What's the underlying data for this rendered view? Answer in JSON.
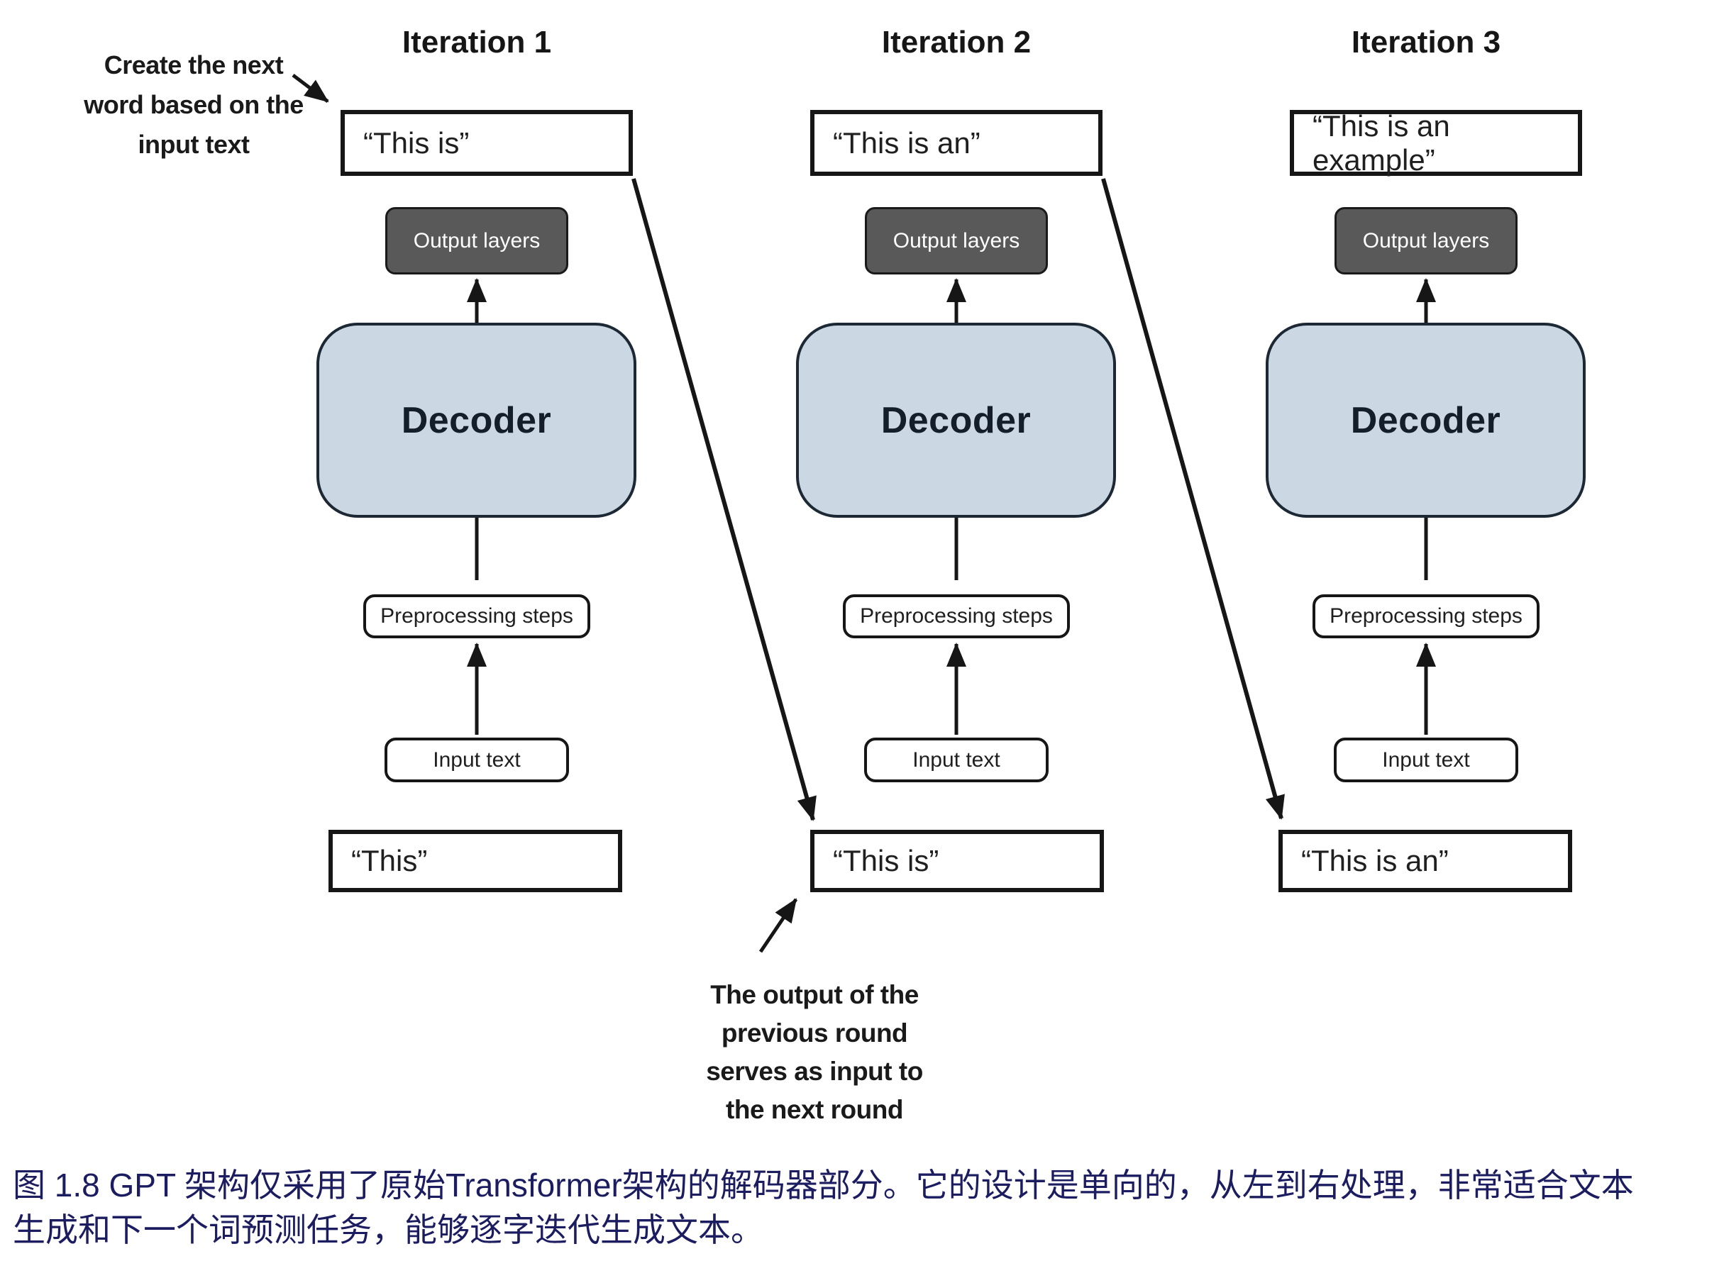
{
  "figure": {
    "columns": [
      {
        "title": "Iteration 1",
        "generated_text": "“This is”",
        "output_layers_label": "Output layers",
        "decoder_label": "Decoder",
        "preprocessing_label": "Preprocessing steps",
        "input_label": "Input text",
        "input_text": "“This”"
      },
      {
        "title": "Iteration 2",
        "generated_text": "“This is an”",
        "output_layers_label": "Output layers",
        "decoder_label": "Decoder",
        "preprocessing_label": "Preprocessing steps",
        "input_label": "Input text",
        "input_text": "“This is”"
      },
      {
        "title": "Iteration 3",
        "generated_text": "“This is an example”",
        "output_layers_label": "Output layers",
        "decoder_label": "Decoder",
        "preprocessing_label": "Preprocessing steps",
        "input_label": "Input text",
        "input_text": "“This is an”"
      }
    ],
    "annotations": {
      "top_line1": "Create the next",
      "top_line2": "word based on the",
      "top_line3": "input text",
      "bottom_line1": "The output of the",
      "bottom_line2": "previous round",
      "bottom_line3": "serves as input to",
      "bottom_line4": "the next round"
    }
  },
  "caption": {
    "line1": "图 1.8  GPT 架构仅采用了原始Transformer架构的解码器部分。它的设计是单向的，从左到右处理，非常适合文本",
    "line2": "生成和下一个词预测任务，能够逐字迭代生成文本。"
  },
  "colors": {
    "decoder_fill": "#ccd7e4",
    "decoder_border": "#1d2835",
    "output_layers_fill": "#595959",
    "output_layers_text": "#ffffff",
    "ink": "#161616",
    "caption_text": "#1c1c60"
  }
}
